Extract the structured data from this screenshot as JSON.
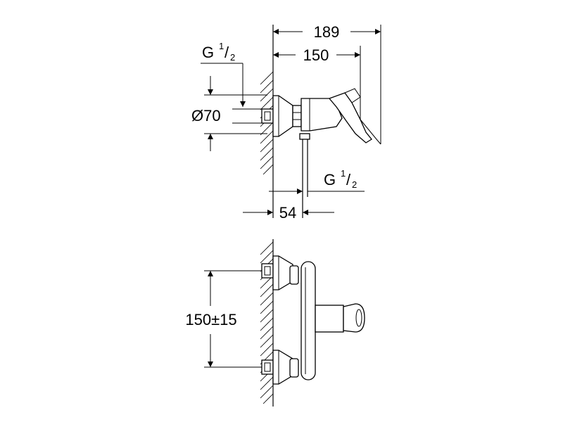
{
  "top_view": {
    "dim_189": "189",
    "dim_150": "150",
    "thread_left": {
      "letter": "G",
      "num": "1",
      "den": "2"
    },
    "dim_diameter": "Ø70",
    "thread_right": {
      "letter": "G",
      "num": "1",
      "den": "2"
    },
    "dim_54": "54"
  },
  "front_view": {
    "dim_spacing": "150±15"
  }
}
